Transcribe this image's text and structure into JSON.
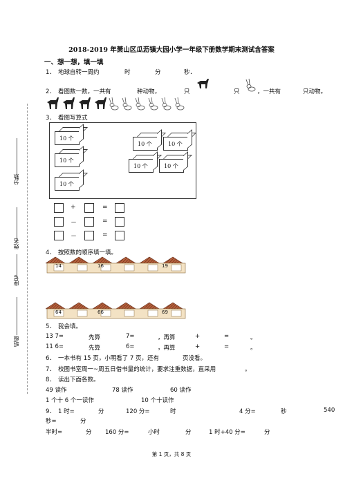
{
  "title": "2018-2019 年萧山区瓜沥镇大园小学一年级下册数学期末测试含答案",
  "section1": "一、想一想，填一填",
  "q1": {
    "num": "1．",
    "text": "地球自转一周约",
    "h": "时",
    "m": "分",
    "s": "秒．"
  },
  "q2": {
    "num": "2．",
    "text": "看图数一数，一共有",
    "kinds": "种动物，",
    "zhi1": "只",
    "zhi2": "只",
    "gong": "，一共有",
    "end": "只动物。"
  },
  "q3": {
    "num": "3．",
    "text": "看图写算式"
  },
  "cubes": [
    "10 个",
    "10 个",
    "10 个",
    "10 个",
    "10 个",
    "10 个",
    "10 个"
  ],
  "ops": [
    "+",
    "=",
    "－",
    "=",
    "－",
    "="
  ],
  "q4": {
    "num": "4．",
    "text": "按照数的顺序填一填。"
  },
  "row1_numbers": [
    "14",
    "16",
    "19"
  ],
  "row2_numbers": [
    "64",
    "66",
    "69"
  ],
  "q5": {
    "num": "5．",
    "text": "我会填。",
    "l1a": "13 7=",
    "l1b": "先算",
    "l1c": "7=",
    "l1d": "，再算",
    "l1e": "+",
    "l1f": "=",
    "l1g": "。",
    "l2a": "11 6=",
    "l2b": "先算",
    "l2c": "6=",
    "l2d": "，再算",
    "l2e": "+",
    "l2f": "=",
    "l2g": "。"
  },
  "q6": {
    "num": "6．",
    "text": "一本书有 15 页，小明看了 7 页，还有",
    "end": "页没看。"
  },
  "q7": {
    "num": "7．",
    "text": "校图书室周一~周五日借书量的统计，要求注重数据，直采用",
    "end": "。"
  },
  "q8": {
    "num": "8．",
    "text": "读出下面各数。",
    "a": "49 读作",
    "b": "78 读作",
    "c": "60 读作",
    "d": "1 个十 6 个一读作",
    "e": "10 个十读作"
  },
  "q9": {
    "num": "9．",
    "a": "1 时=",
    "b": "分",
    "c": "120 分=",
    "d": "时",
    "e": "4 分=",
    "f": "秒",
    "g": "540",
    "h": "秒=",
    "i": "分",
    "j": "半时=",
    "k": "分",
    "l": "160 分=",
    "m": "小时",
    "n": "分",
    "o": "1 时+40 分=",
    "p": "分"
  },
  "sidebar": {
    "score": "分数",
    "name": "姓名",
    "number": "座号",
    "class": "班级"
  },
  "footer": "第 1 页，共 8 页"
}
